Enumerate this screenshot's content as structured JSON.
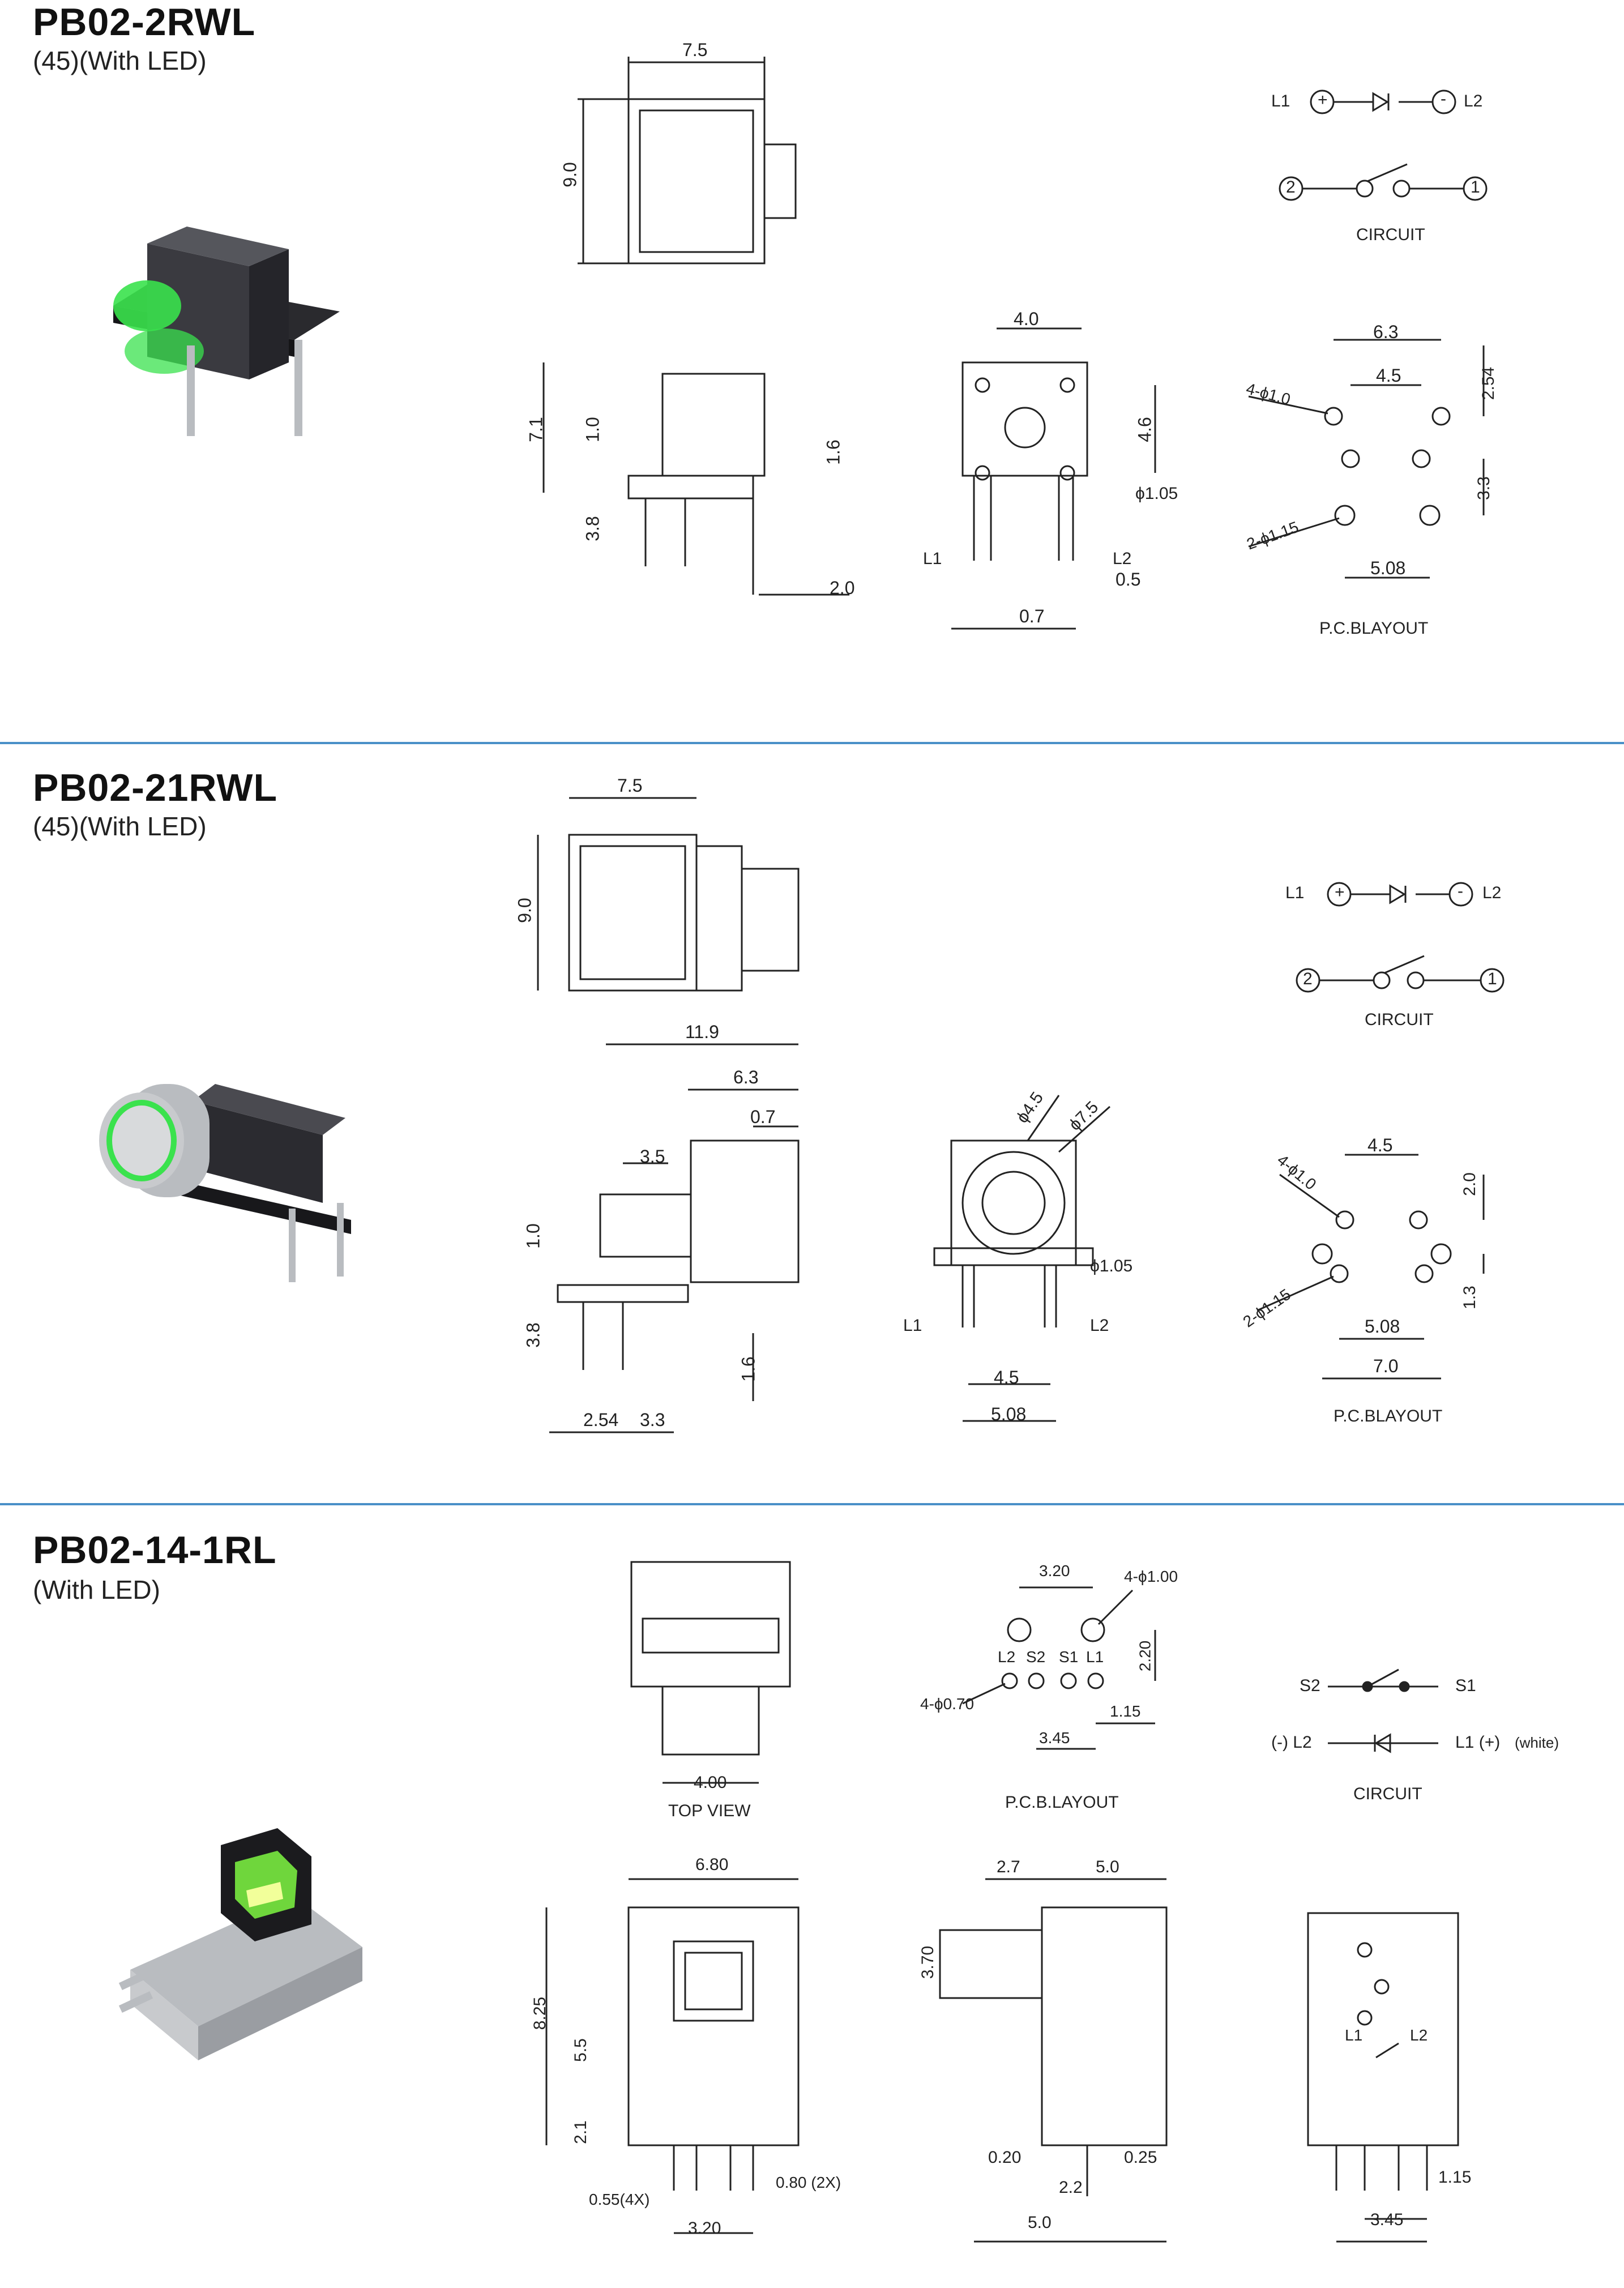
{
  "sections": [
    {
      "model": "PB02-2RWL",
      "subtitle": "(45)(With  LED)",
      "dims": [
        "7.5",
        "9.0",
        "7.1",
        "1.0",
        "3.8",
        "1.6",
        "2.0",
        "4.0",
        "4.6",
        "1.05",
        "0.5",
        "0.7",
        "6.3",
        "4.5",
        "2.54",
        "3.3",
        "5.08"
      ],
      "labels": {
        "l1": "L1",
        "l2": "L2",
        "circuit": "CIRCUIT",
        "layout": "P.C.BLAYOUT",
        "n1": "1",
        "n2": "2",
        "plus": "+",
        "minus": "-",
        "hole1": "4-ϕ1.0",
        "hole2": "2-ϕ1.15",
        "dia": "ϕ1.05"
      }
    },
    {
      "model": "PB02-21RWL",
      "subtitle": "(45)(With  LED)",
      "dims": [
        "7.5",
        "9.0",
        "11.9",
        "6.3",
        "0.7",
        "3.5",
        "1.0",
        "3.8",
        "1.6",
        "2.54",
        "3.3",
        "ϕ4.5",
        "ϕ7.5",
        "ϕ1.05",
        "4.5",
        "5.08",
        "4.5",
        "2.0",
        "5.08",
        "7.0",
        "1.3"
      ],
      "labels": {
        "l1": "L1",
        "l2": "L2",
        "circuit": "CIRCUIT",
        "layout": "P.C.BLAYOUT",
        "n1": "1",
        "n2": "2",
        "plus": "+",
        "minus": "-",
        "hole1": "4-ϕ1.0",
        "hole2": "2-ϕ1.15"
      }
    },
    {
      "model": "PB02-14-1RL",
      "subtitle": "(With  LED)",
      "dims": [
        "4.00",
        "3.20",
        "4-ϕ1.00",
        "2.20",
        "1.15",
        "3.45",
        "4-ϕ0.70",
        "6.80",
        "8.25",
        "5.5",
        "2.1",
        "0.55(4X)",
        "0.80 (2X)",
        "3.20",
        "2.7",
        "5.0",
        "3.70",
        "0.20",
        "0.25",
        "2.2",
        "5.0",
        "1.15",
        "3.45"
      ],
      "labels": {
        "top_view": "TOP VIEW",
        "pcb_layout": "P.C.B.LAYOUT",
        "circuit": "CIRCUIT",
        "s1": "S1",
        "s2": "S2",
        "l1": "L1",
        "l2": "L2",
        "l1_plus": "L1  (+)",
        "l2_minus": "(-)  L2",
        "white": "(white)",
        "pins": [
          "L2",
          "S2",
          "S1",
          "L1"
        ]
      }
    }
  ],
  "colors": {
    "divider": "#4a90c8",
    "led_green": "#39e04a",
    "body_black": "#1e1e22",
    "metal": "#b9bcc0"
  }
}
